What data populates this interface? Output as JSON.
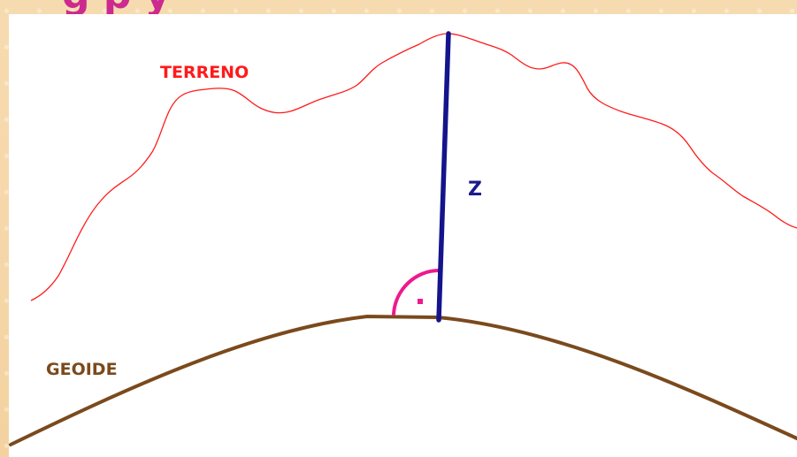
{
  "title_fragment": "g       p    y",
  "labels": {
    "terrain": "TERRENO",
    "geoid": "GEOIDE",
    "height": "Z"
  },
  "colors": {
    "background": "#f5d6a8",
    "panel": "#ffffff",
    "title": "#cc2a8f",
    "terrain": "#ff1a1a",
    "geoid": "#7a4a1d",
    "height_line": "#14148c",
    "right_angle": "#ee1a8c"
  }
}
